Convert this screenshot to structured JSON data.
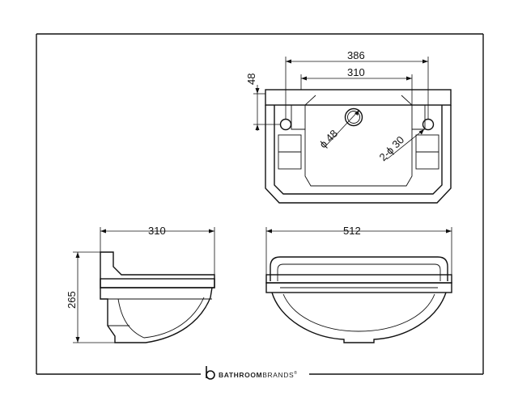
{
  "dimensions": {
    "top_width_outer": "386",
    "top_width_inner": "310",
    "top_height": "48",
    "large_hole": "ϕ 48",
    "small_holes": "2-ϕ 30",
    "side_depth": "310",
    "side_height": "265",
    "front_width": "512"
  },
  "brand": {
    "name_bold": "BATHROOM",
    "name_light": "BRANDS",
    "registered": "®",
    "logo_icon": "b-logo-icon"
  },
  "colors": {
    "line": "#111111",
    "background": "#ffffff"
  }
}
